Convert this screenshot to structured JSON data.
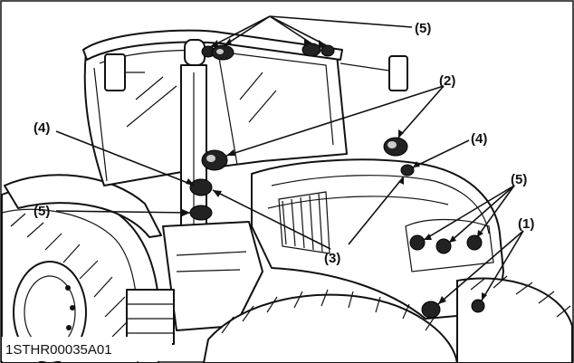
{
  "figure": {
    "code": "1STHR00035A01",
    "callouts": [
      {
        "id": "label-1",
        "text": "(1)"
      },
      {
        "id": "label-2",
        "text": "(2)"
      },
      {
        "id": "label-3",
        "text": "(3)"
      },
      {
        "id": "label-4-left",
        "text": "(4)"
      },
      {
        "id": "label-4-right",
        "text": "(4)"
      },
      {
        "id": "label-5-top",
        "text": "(5)"
      },
      {
        "id": "label-5-left",
        "text": "(5)"
      },
      {
        "id": "label-5-right",
        "text": "(5)"
      }
    ]
  },
  "colors": {
    "line": "#111111",
    "lamp": "#222222",
    "background": "#ffffff"
  }
}
